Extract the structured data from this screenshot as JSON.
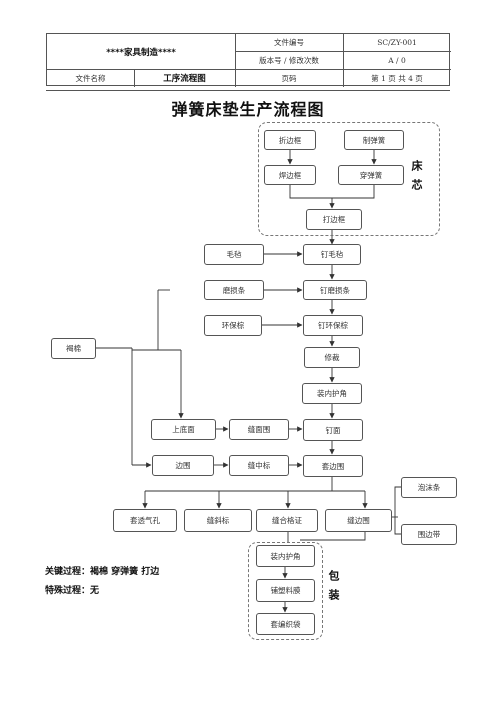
{
  "header": {
    "company": "****家具制造****",
    "doc_no_label": "文件编号",
    "doc_no": "SC/ZY-001",
    "version_label": "版本号 / 修改次数",
    "version": "A / 0",
    "file_name_label": "文件名称",
    "file_name": "工序流程图",
    "page_label": "页码",
    "page_value": "第 1 页 共 4 页"
  },
  "title": "弹簧床垫生产流程图",
  "groups": {
    "core_label": "床芯",
    "pack_label": "包装"
  },
  "steps": {
    "fold_frame": "折边框",
    "make_spring": "制弹簧",
    "weld_frame": "焊边框",
    "thread_spring": "穿弹簧",
    "frame_edge": "打边框",
    "felt": "毛毡",
    "nail_felt": "钉毛毡",
    "wear_strip": "磨损条",
    "nail_wear_strip": "钉磨损条",
    "eco_palm": "环保棕",
    "nail_eco_palm": "钉环保棕",
    "trim": "修裁",
    "install_corner": "装内护角",
    "brown_cotton": "褐棉",
    "top_bottom": "上底面",
    "sew_face": "缝面围",
    "nail_face": "钉面",
    "side_panel": "边围",
    "sew_label": "缝中标",
    "fit_side": "套边围",
    "foam_strip": "泡沫条",
    "edge_tape": "围边带",
    "air_vent": "套透气孔",
    "sew_slant_label": "缝斜标",
    "sew_cert": "缝合格证",
    "sew_edge": "缝边围",
    "pack_corner": "装内护角",
    "lay_film": "铺塑料膜",
    "woven_bag": "套编织袋"
  },
  "notes": {
    "key_process": "关键过程：褐棉    穿弹簧    打边",
    "special_process": "特殊过程：无"
  }
}
